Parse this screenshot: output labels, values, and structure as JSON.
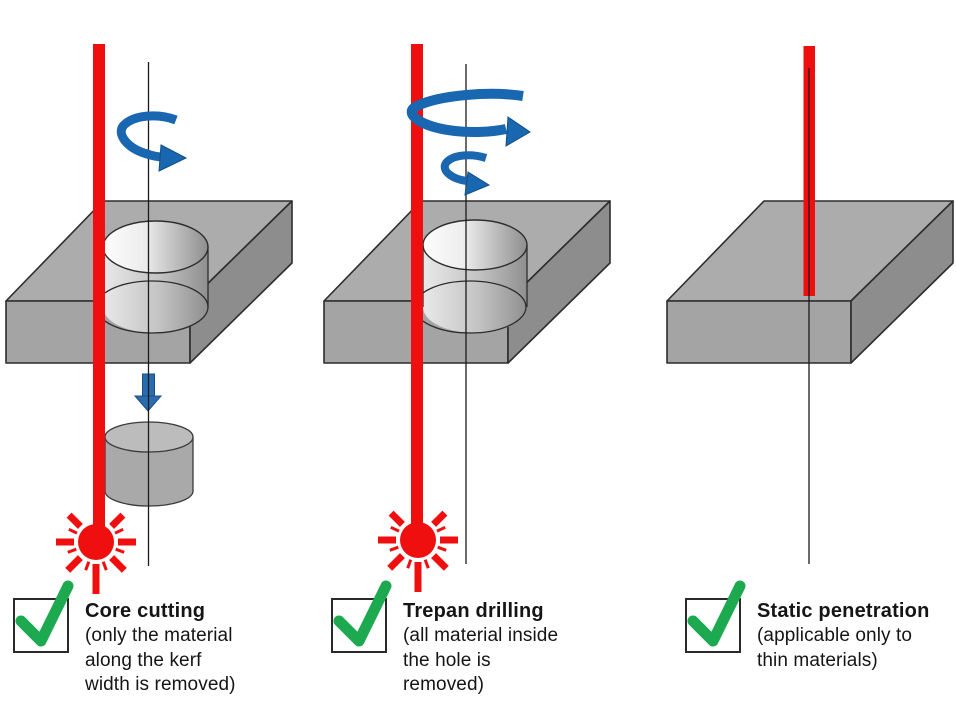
{
  "figure": {
    "type": "laser-drilling-techniques-diagram",
    "background": "#ffffff"
  },
  "panels": [
    {
      "id": "core-cutting",
      "title": "Core cutting",
      "description": "(only the material\nalong the kerf\nwidth is removed)",
      "marker": "green-checkmark",
      "elements": [
        "laser-beam",
        "rotation-axis",
        "rotation-arrow",
        "workpiece-with-hole",
        "ejected-core-disk",
        "down-arrow",
        "laser-spark"
      ]
    },
    {
      "id": "trepan-drilling",
      "title": "Trepan drilling",
      "description": "(all material inside\nthe hole is\nremoved)",
      "marker": "green-checkmark",
      "elements": [
        "laser-beam",
        "rotation-axis",
        "spiral-arrow",
        "workpiece-with-hole",
        "laser-spark"
      ]
    },
    {
      "id": "static-penetration",
      "title": "Static penetration",
      "description": "(applicable only to\nthin materials)",
      "marker": "green-checkmark",
      "elements": [
        "laser-beam",
        "axis-line",
        "solid-workpiece"
      ]
    }
  ],
  "icons": {
    "checkmark_icon": "✓",
    "rotation_arrow_icon": "↻",
    "spiral_arrow_icon": "↻",
    "down_arrow_icon": "↓",
    "laser_spark_icon": "✺"
  },
  "colors": {
    "laser_red": "#ef0f0f",
    "arrow_blue": "#1a67b1",
    "arrow_blue_dark": "#11507f",
    "check_green": "#1ca94f",
    "slab_top": "#acacac",
    "slab_front": "#a4a4a4",
    "slab_side": "#8d8d8d",
    "outline": "#2d2d2d",
    "text": "#151515"
  }
}
